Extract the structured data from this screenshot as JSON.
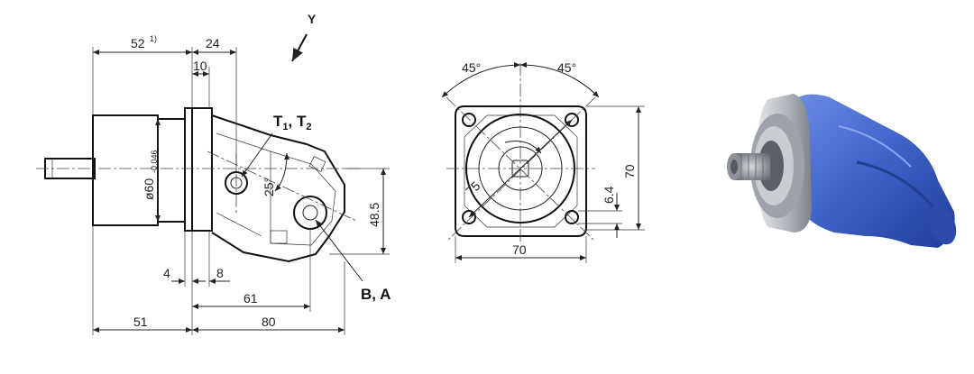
{
  "side_view": {
    "dim_top_52": "52",
    "dim_top_52_sup": "1)",
    "dim_top_24": "24",
    "dim_top_10": "10",
    "diameter_label": "ø60",
    "diameter_tol": "-0.046",
    "angle": "25°",
    "dim_48_5": "48.5",
    "dim_4": "4",
    "dim_8": "8",
    "dim_61": "61",
    "dim_51": "51",
    "dim_80": "80",
    "port_t": "T",
    "port_t_sub1": "1",
    "port_t_sep": ", T",
    "port_t_sub2": "2",
    "port_ba": "B, A",
    "view_y": "Y"
  },
  "front_view": {
    "angle_left": "45°",
    "angle_right": "45°",
    "dim_75": "75",
    "dim_70_right": "70",
    "dim_6_4": "6.4",
    "dim_70_bottom": "70"
  },
  "photo": {
    "body_color": "#3f62c9",
    "flange_color": "#b8bcc2"
  }
}
